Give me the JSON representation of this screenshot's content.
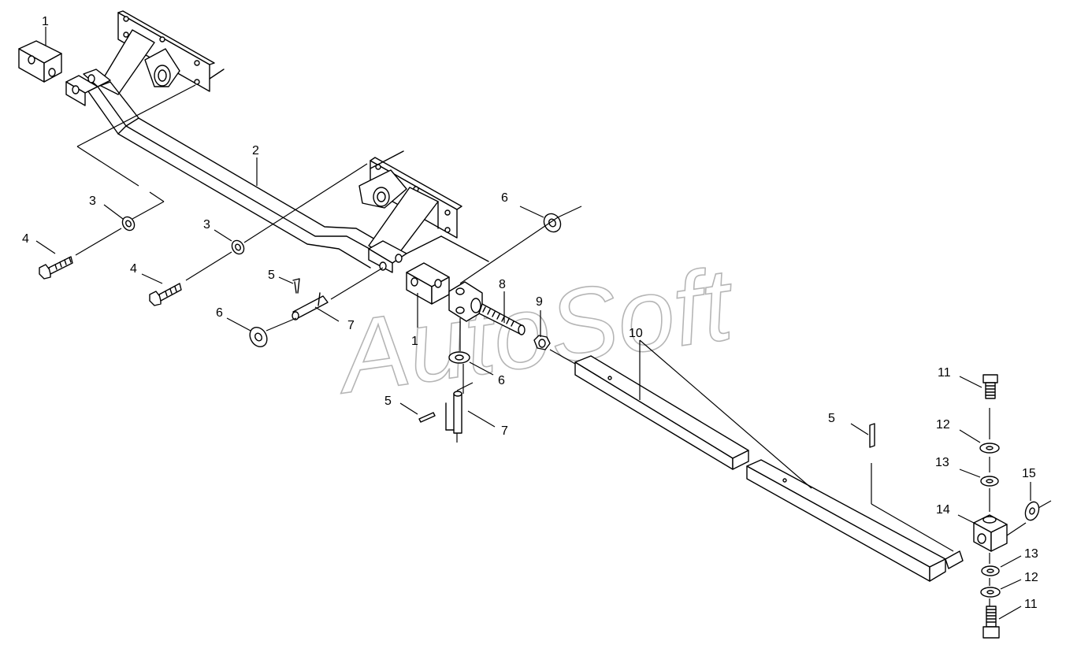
{
  "watermark": "AutoSoft",
  "callouts": [
    {
      "label": "1"
    },
    {
      "label": "2"
    },
    {
      "label": "3"
    },
    {
      "label": "4"
    },
    {
      "label": "3"
    },
    {
      "label": "4"
    },
    {
      "label": "5"
    },
    {
      "label": "6"
    },
    {
      "label": "7"
    },
    {
      "label": "1"
    },
    {
      "label": "6"
    },
    {
      "label": "8"
    },
    {
      "label": "9"
    },
    {
      "label": "6"
    },
    {
      "label": "5"
    },
    {
      "label": "7"
    },
    {
      "label": "10"
    },
    {
      "label": "5"
    },
    {
      "label": "11"
    },
    {
      "label": "12"
    },
    {
      "label": "13"
    },
    {
      "label": "15"
    },
    {
      "label": "14"
    },
    {
      "label": "13"
    },
    {
      "label": "12"
    },
    {
      "label": "11"
    }
  ]
}
